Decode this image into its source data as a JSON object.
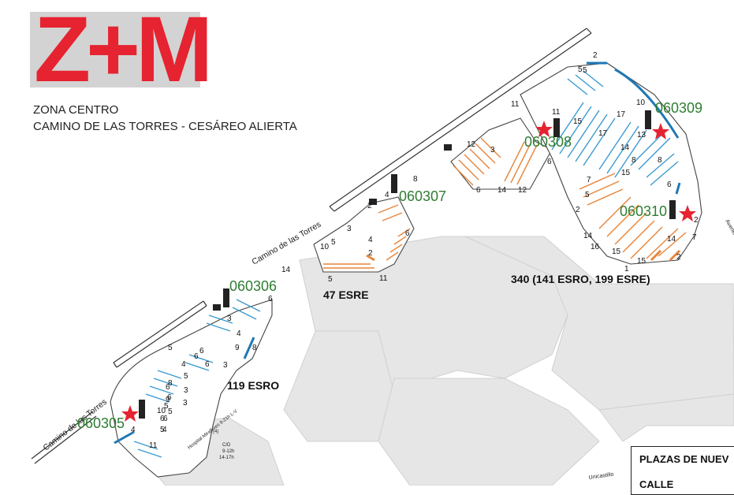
{
  "brand": {
    "logo_text": "Z+M",
    "logo_color": "#e62330",
    "logo_bg": "#d3d3d3"
  },
  "zone": {
    "line1": "ZONA CENTRO",
    "line2": "CAMINO DE LAS TORRES - CESÁREO ALIERTA"
  },
  "colors": {
    "esro": "#3a9bd0",
    "esre": "#e8843a",
    "meter_marker": "#e62330",
    "meter_id": "#2e7d32",
    "hex_block": "#e6e6e6"
  },
  "streets": {
    "camino_upper": "Camino de las Torres",
    "camino_lower": "Camino de las Torres",
    "unicastillo": "Unicastillo",
    "avenida": "Avenida"
  },
  "meters": [
    "060305",
    "060306",
    "060307",
    "060308",
    "060309",
    "060310"
  ],
  "sectors": {
    "left": "119 ESRO",
    "middle": "47 ESRE",
    "right": "340 (141 ESRO, 199 ESRE)"
  },
  "hospital": {
    "name": "Hospital Miraflores 8-21h L-V",
    "count": "(4)",
    "cd": "C/D",
    "time1": "9-12h",
    "time2": "14-17h"
  },
  "space_counts": {
    "left": [
      "5",
      "6",
      "4",
      "6",
      "6",
      "3",
      "5",
      "3",
      "3",
      "5",
      "6",
      "6",
      "5",
      "9",
      "6",
      "8",
      "10",
      "6",
      "5",
      "4",
      "4",
      "11",
      "8",
      "3",
      "9",
      "4",
      "6"
    ],
    "middle": [
      "14",
      "3",
      "5",
      "4",
      "2",
      "10",
      "6",
      "5",
      "11",
      "8",
      "4",
      "2"
    ],
    "right": [
      "2",
      "5",
      "11",
      "11",
      "15",
      "10",
      "13",
      "17",
      "17",
      "14",
      "15",
      "8",
      "8",
      "6",
      "12",
      "3",
      "6",
      "14",
      "12",
      "6",
      "2",
      "5",
      "7",
      "14",
      "16",
      "15",
      "15",
      "1",
      "2",
      "7",
      "14",
      "2",
      "5"
    ]
  },
  "table": {
    "header": "PLAZAS DE NUEV",
    "row1": "CALLE"
  }
}
